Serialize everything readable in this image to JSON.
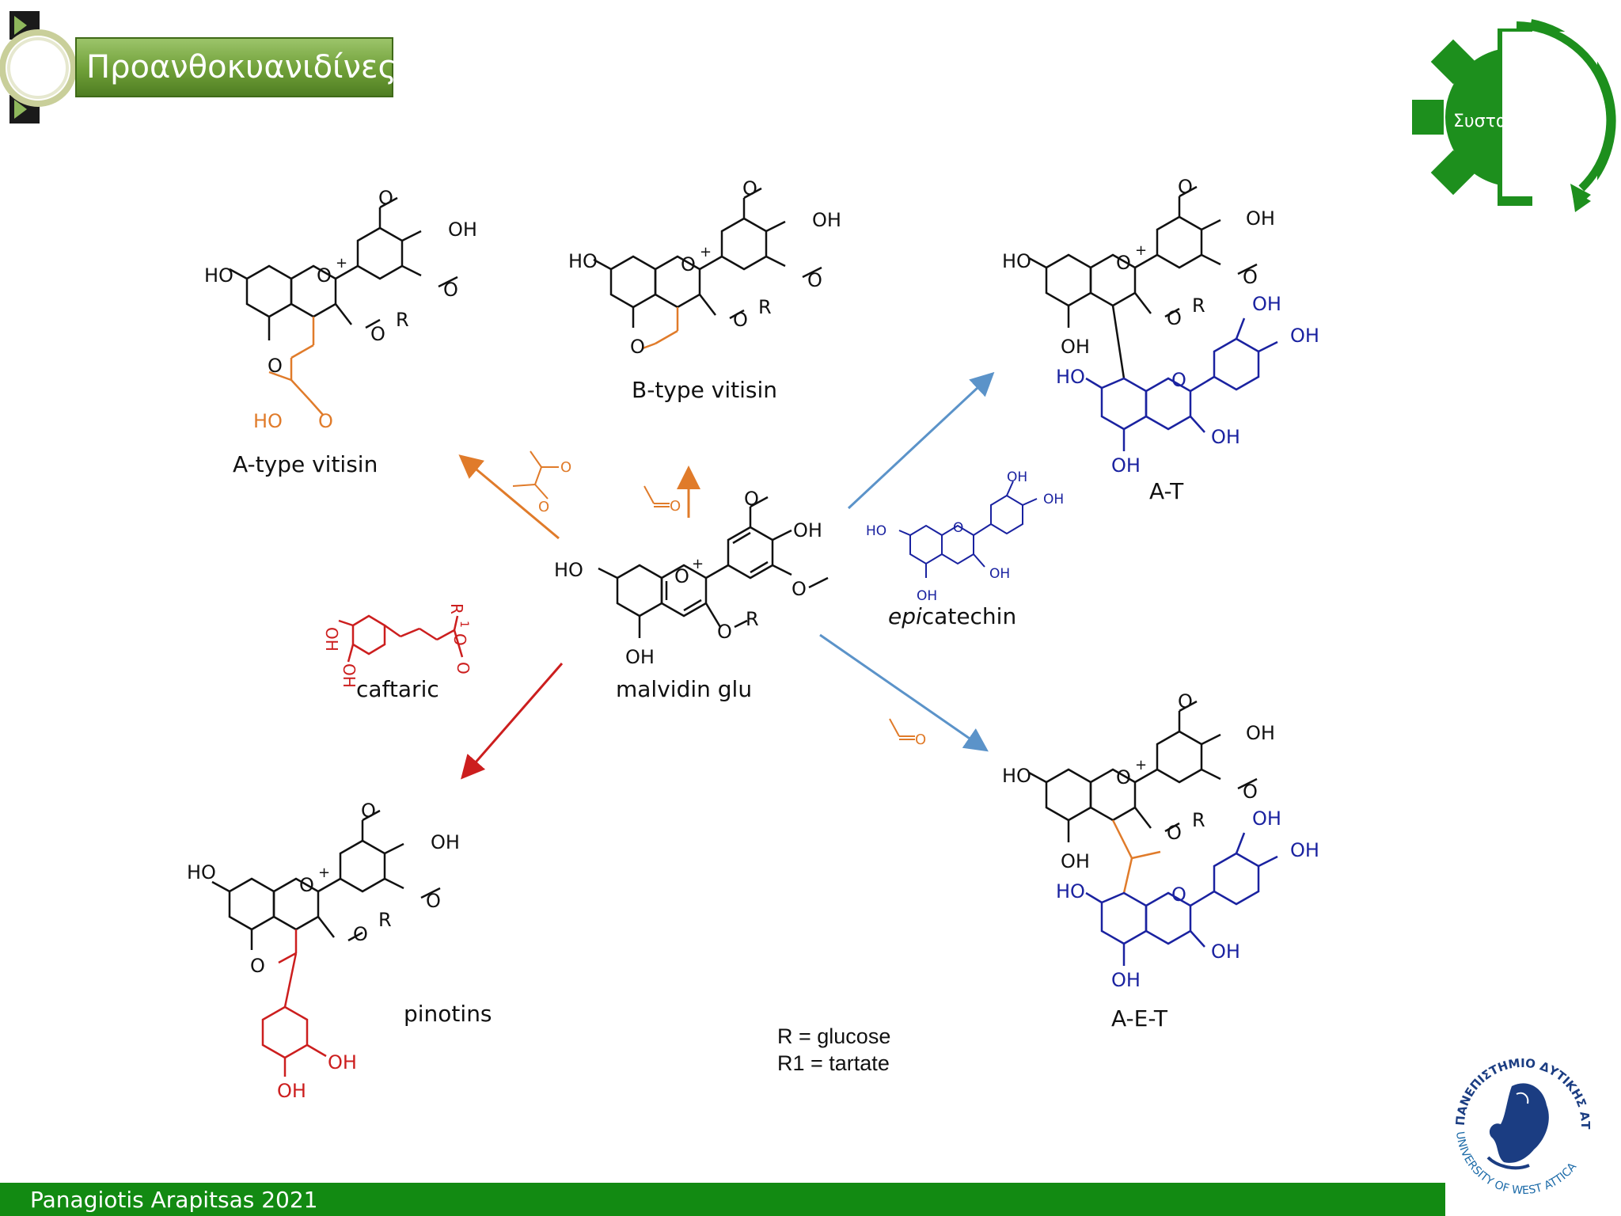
{
  "slide": {
    "title": "Προανθοκυανιδίνες",
    "nav_button_text": "Συστα",
    "footer": "Panagiotis Arapitsas 2021"
  },
  "compounds": {
    "a_type": "A-type vitisin",
    "b_type": "B-type vitisin",
    "at": "A-T",
    "aet": "A-E-T",
    "malvidin": "malvidin glu",
    "caftaric": "caftaric",
    "pinotins": "pinotins",
    "epicatechin_italic": "epi",
    "epicatechin_rest": "catechin"
  },
  "legend": {
    "r": "R = glucose",
    "r1": "R1 = tartate"
  },
  "atoms": {
    "oh": "OH",
    "ho": "HO",
    "o": "O",
    "o_plus": "O",
    "plus": "+",
    "or": "R",
    "r1": "R",
    "r1_sub": "1",
    "hooc_ho": "HO"
  },
  "logo": {
    "text_top": "ΠΑΝΕΠΙΣΤΗΜΙΟ ΔΥΤΙΚΗΣ ΑΤΤΙΚΗΣ",
    "text_bottom": "UNIVERSITY OF WEST ATTICA"
  },
  "colors": {
    "orange": "#e07b2a",
    "blue": "#1a22a0",
    "red": "#cc1e1e",
    "arrow_blue": "#5b93c9",
    "green": "#128a12"
  }
}
